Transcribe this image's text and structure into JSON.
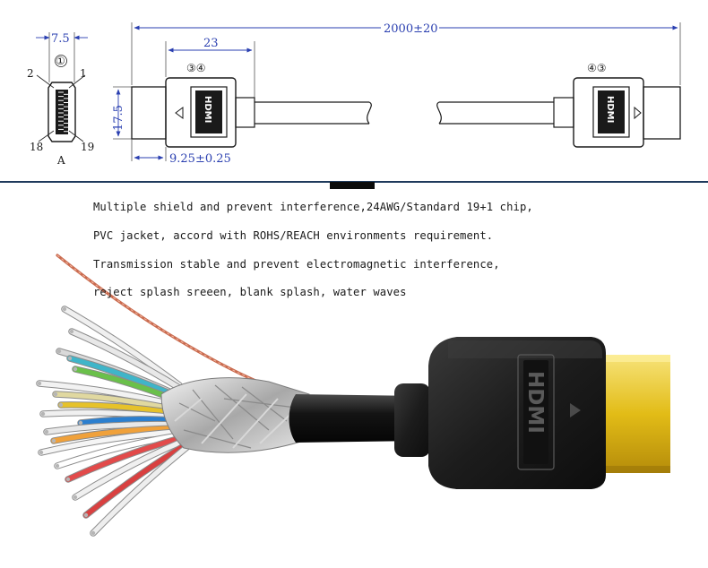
{
  "drawing": {
    "pin_width": "7.5",
    "pin_circle": "①",
    "pin_top_left": "2",
    "pin_top_right": "1",
    "pin_bottom_left": "18",
    "pin_bottom_right": "19",
    "pin_face_label": "A",
    "length_dim": "2000±20",
    "housing_width": "23",
    "housing_height": "17.5",
    "plug_length": "9.25±0.25",
    "callout_left": "③④",
    "callout_right": "④③",
    "logo_text": "HDMI"
  },
  "colors": {
    "dimension": "#2a3fb0",
    "divider": "#1f3a5c",
    "plug_gold": "#e6c21a",
    "housing_black": "#1e1e1e"
  },
  "description": {
    "lines": [
      "Multiple shield and prevent interference,24AWG/Standard 19+1 chip,",
      "PVC jacket, accord with ROHS/REACH environments requirement.",
      "Transmission stable and prevent electromagnetic interference,",
      "reject splash sreeen, blank splash, water waves"
    ]
  },
  "photo": {
    "logo_text": "HDMI"
  }
}
